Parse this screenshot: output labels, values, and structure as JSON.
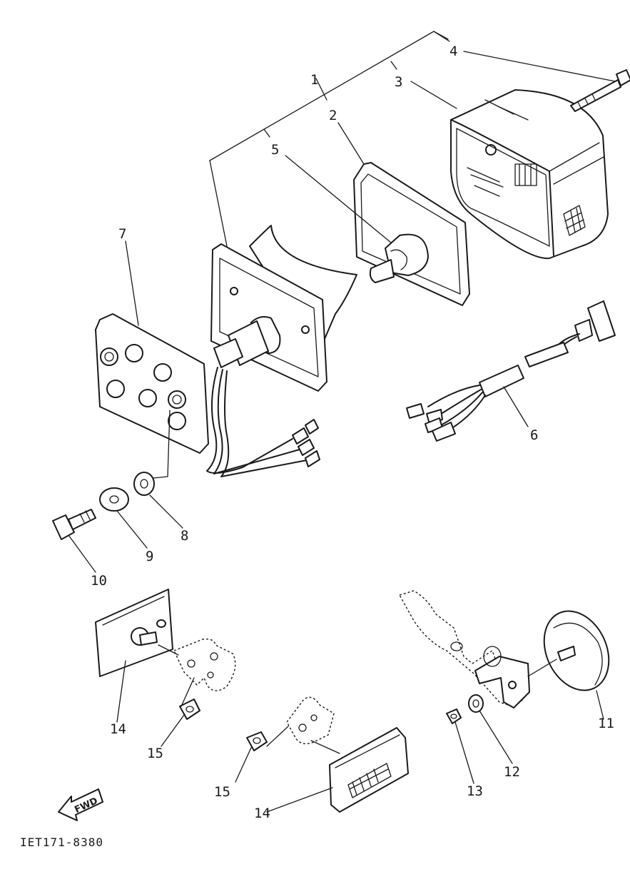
{
  "callouts": {
    "c1": "1",
    "c2": "2",
    "c3": "3",
    "c4": "4",
    "c5": "5",
    "c6": "6",
    "c7": "7",
    "c8": "8",
    "c9": "9",
    "c10": "10",
    "c11": "11",
    "c12": "12",
    "c13": "13",
    "c14a": "14",
    "c14b": "14",
    "c15a": "15",
    "c15b": "15"
  },
  "fwd_label": "FWD",
  "diagram_code": "IET171-8380",
  "colors": {
    "ink": "#1a1a1a",
    "paper": "#ffffff"
  }
}
